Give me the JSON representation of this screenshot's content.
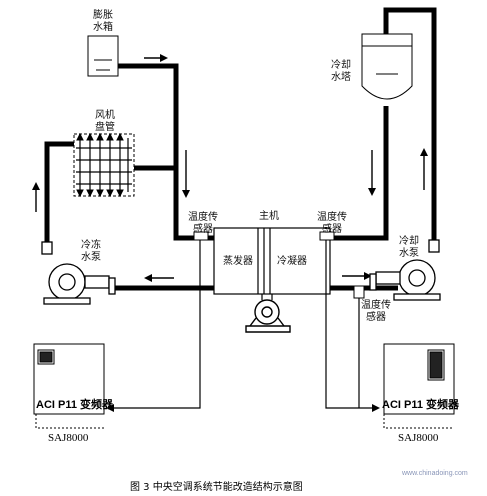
{
  "labels": {
    "expansion_tank": "膨胀\n水箱",
    "cooling_tower": "冷却\n水塔",
    "fan_coil": "风机\n盘管",
    "temp_sensor_left": "温度传\n感器",
    "temp_sensor_mid": "温度传\n感器",
    "temp_sensor_right": "温度传\n感器",
    "main_unit": "主机",
    "evaporator": "蒸发器",
    "condenser": "冷凝器",
    "chilled_pump": "冷冻\n水泵",
    "cooling_pump": "冷却\n水泵"
  },
  "vfd_left": {
    "name": "ACI P11 变频器",
    "model": "SAJ8000"
  },
  "vfd_right": {
    "name": "ACI P11 变频器",
    "model": "SAJ8000"
  },
  "caption": "图 3    中央空调系统节能改造结构示意图",
  "watermark": "www.chinadoing.com"
}
